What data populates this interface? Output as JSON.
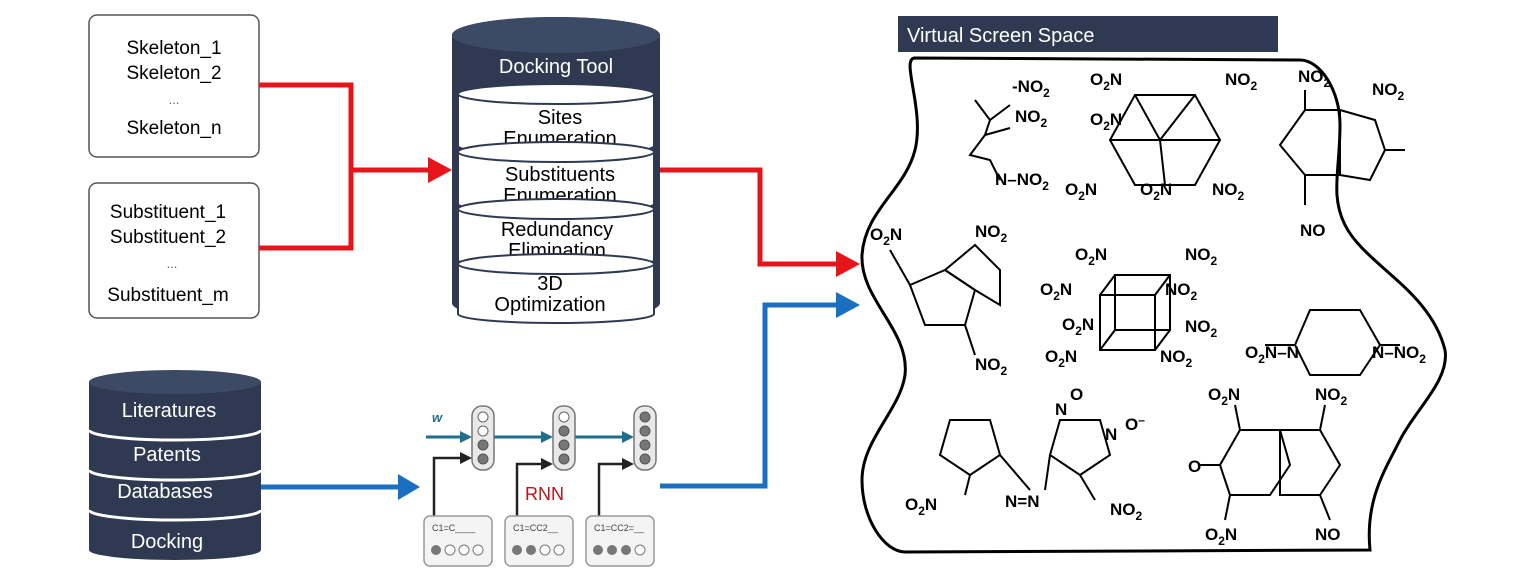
{
  "input_boxes": {
    "skeletons": [
      "Skeleton_1",
      "Skeleton_2",
      "...",
      "Skeleton_n"
    ],
    "substituents": [
      "Substituent_1",
      "Substituent_2",
      "...",
      "Substituent_m"
    ]
  },
  "docking_tool": {
    "title": "Docking Tool",
    "stages": [
      [
        "Sites",
        "Enumeration"
      ],
      [
        "Substituents",
        "Enumeration"
      ],
      [
        "Redundancy",
        "Elimination"
      ],
      [
        "3D",
        "Optimization"
      ]
    ]
  },
  "data_sources": [
    "Literatures",
    "Patents",
    "Databases",
    "Docking"
  ],
  "rnn": {
    "label": "RNN",
    "weight_label": "w",
    "inputs": [
      "C1=C____",
      "C1=CC2__",
      "C1=CC2=__"
    ]
  },
  "virtual_space": {
    "title": "Virtual Screen Space"
  },
  "colors": {
    "red_arrow": "#e8141c",
    "blue_arrow": "#1a6fc0",
    "navy": "#2f3a52",
    "rnn_teal": "#1f6e8c",
    "rnn_label": "#b8161b"
  }
}
